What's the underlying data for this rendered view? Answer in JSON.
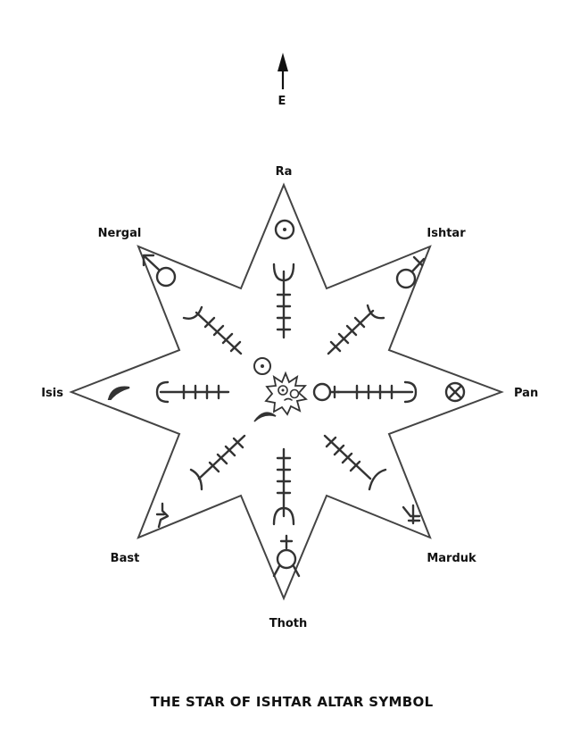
{
  "compass": {
    "label": "E"
  },
  "points": {
    "top": "Ra",
    "top_right": "Ishtar",
    "right": "Pan",
    "bottom_right": "Marduk",
    "bottom": "Thoth",
    "bottom_left": "Bast",
    "left": "Isis",
    "top_left": "Nergal"
  },
  "caption": "THE STAR OF ISHTAR ALTAR SYMBOL"
}
